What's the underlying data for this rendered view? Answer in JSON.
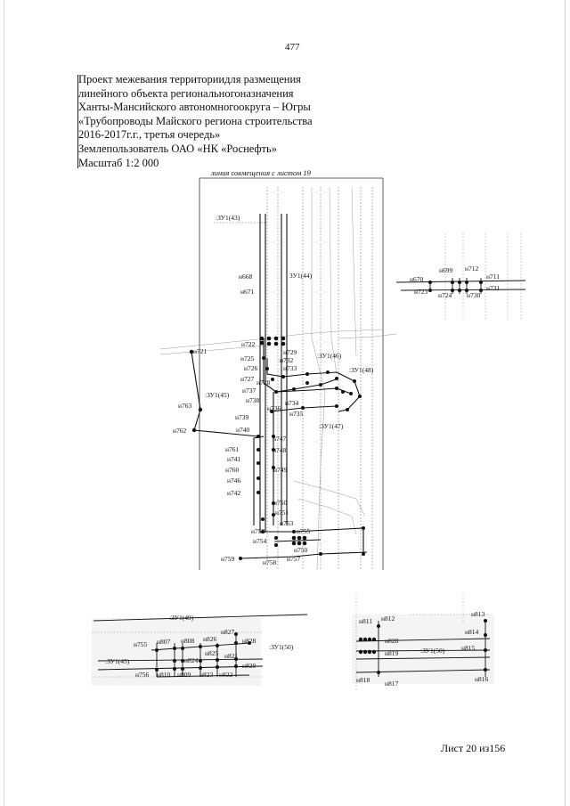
{
  "page": {
    "number": "477"
  },
  "header": {
    "lines": [
      "Проект межевания территориидля размещения",
      "линейного объекта региональногоназначения",
      "Ханты-Мансийского автономногоокруга – Югры",
      "«Трубопроводы Майского региона строительства",
      "2016-2017г.г., третья очередь»",
      "Землепользователь ОАО «НК «Роснефть»",
      "Масштаб 1:2 000"
    ]
  },
  "map": {
    "match_line": "линия совмещения с листом 19",
    "zones": {
      "z43": ":ЗУ1(43)",
      "z44": "ЗУ1(44)",
      "z45": ":ЗУ1(45)",
      "z46": ":ЗУ1(46)",
      "z47": ":ЗУ1(47)",
      "z48": ":ЗУ1(48)",
      "z49": ":ЗУ1(49)",
      "z50a": ":ЗУ1(50)",
      "z45b": ":ЗУ1(45)",
      "z50b": ":ЗУ1(50)"
    },
    "points": {
      "n668": "н668",
      "n671": "н671",
      "n721": "н721",
      "n722": "н722",
      "n725": "н725",
      "n726": "н726",
      "n727": "н727",
      "n728": "н728",
      "n729": "н729",
      "n732": "н732",
      "n733": "н733",
      "n734": "н734",
      "n735": "н735",
      "n736": "н736",
      "n737": "н737",
      "n738": "н738",
      "n739": "н739",
      "n740": "н740",
      "n741": "н741",
      "n742": "н742",
      "n746": "н746",
      "n747": "н747",
      "n748": "н748",
      "n749": "н749",
      "n750": "н750",
      "n751": "н751",
      "n752": "н752",
      "n753": "н753",
      "n754": "н754",
      "n755": "н755",
      "n757": "н757",
      "n758": "н758",
      "n759": "н759",
      "n760": "н760",
      "n761": "н761",
      "n762": "н762",
      "n763": "н763",
      "n750b": "н750",
      "n670": "н670",
      "n699": "н699",
      "n712": "н712",
      "n711": "н711",
      "n723": "н723",
      "n724": "н724",
      "n730": "н730",
      "n731": "н731",
      "n755b": "н755",
      "n807": "н807",
      "n808": "н808",
      "n826": "н826",
      "n827": "н827",
      "n828": "н828",
      "n825": "н825",
      "n821": "н821",
      "n824": "н824",
      "n756": "н756",
      "n810": "н810",
      "n809": "н809",
      "n823": "н823",
      "n822": "н822",
      "n820": "н820",
      "n811": "н811",
      "n812": "н812",
      "n813": "н813",
      "n814": "н814",
      "n828b": "н828",
      "n819": "н819",
      "n815": "н815",
      "n818": "н818",
      "n817": "н817",
      "n816": "н816"
    }
  },
  "footer": {
    "sheet": "Лист 20 из156"
  }
}
